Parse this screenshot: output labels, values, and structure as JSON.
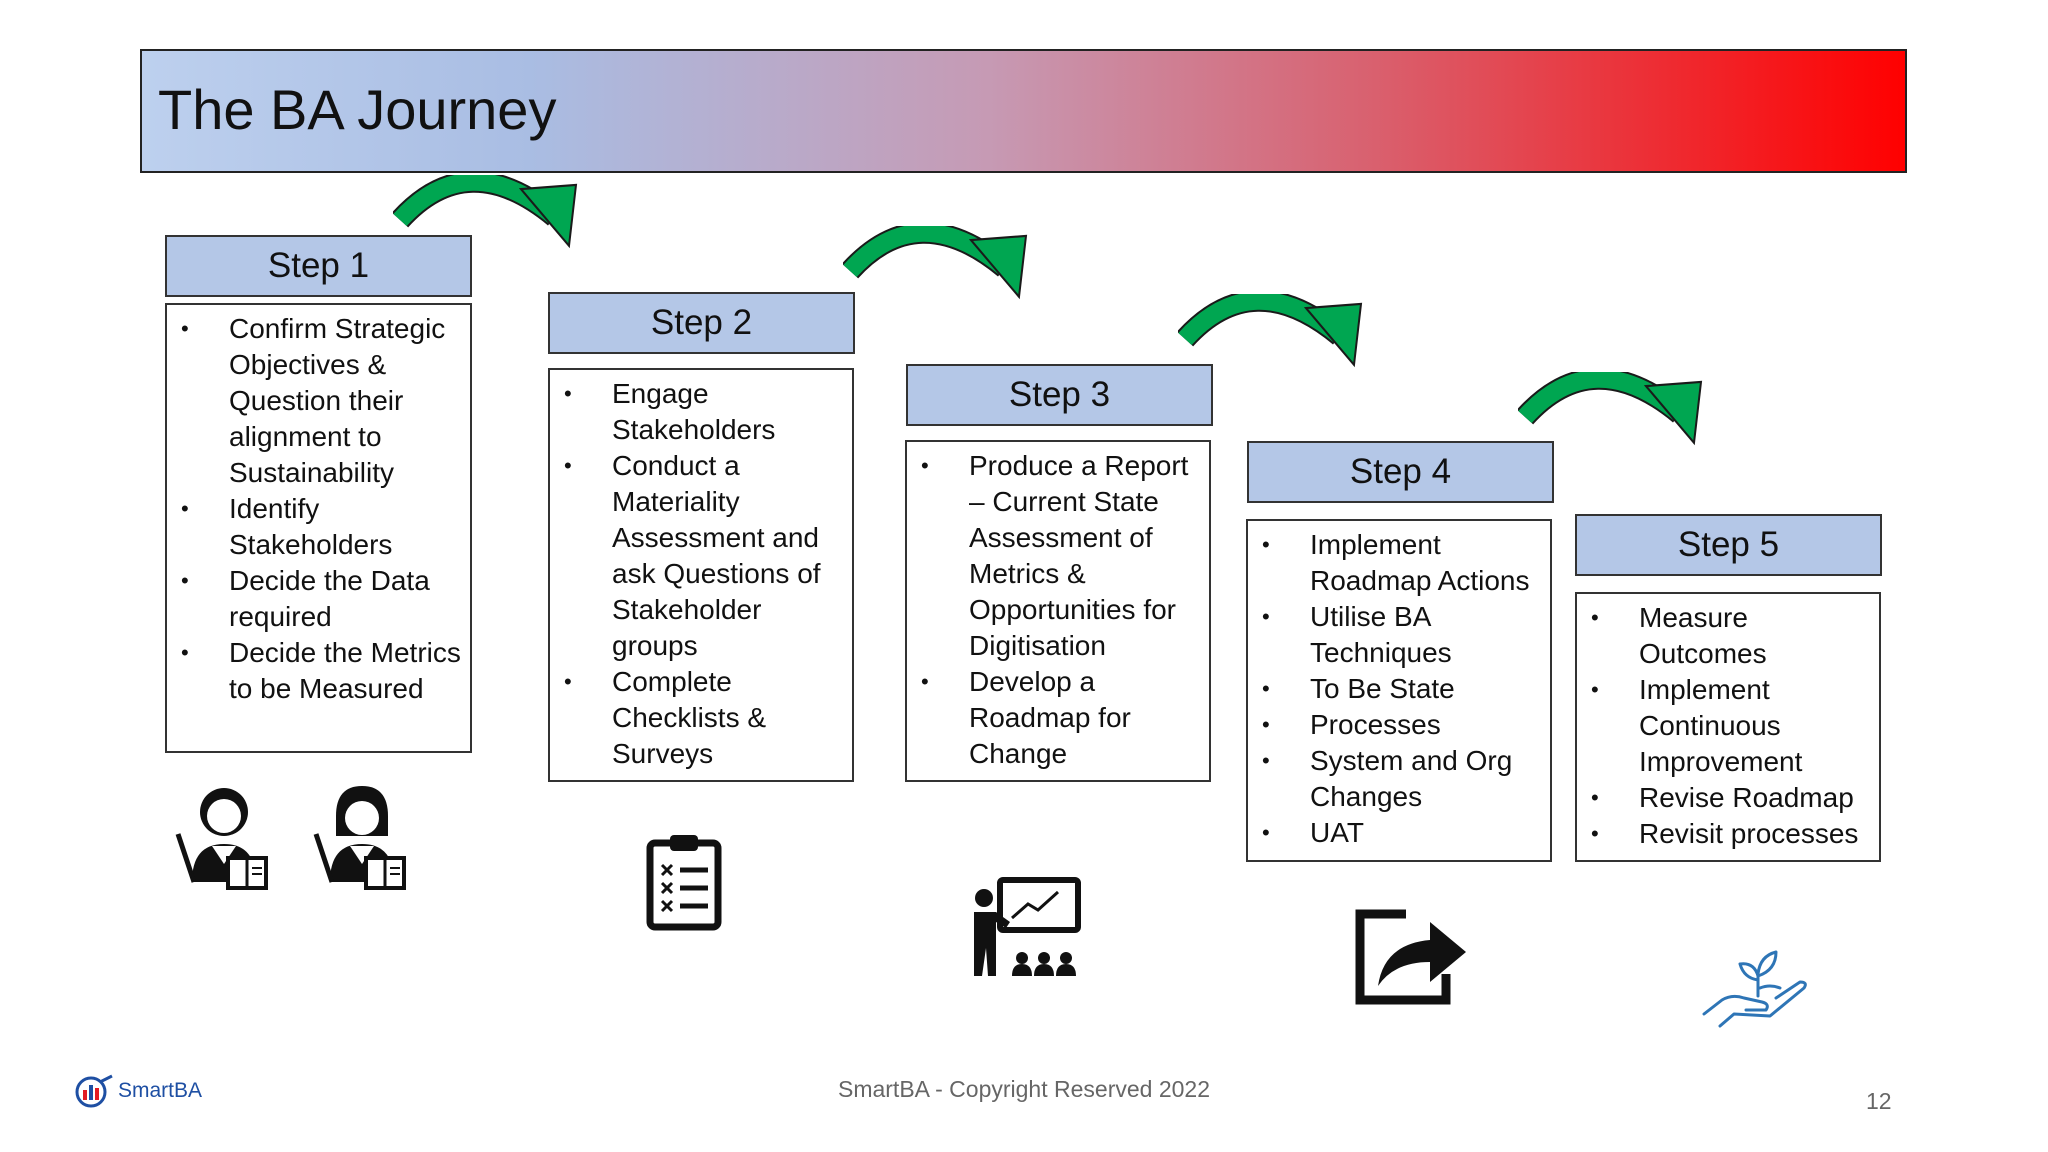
{
  "title": "The BA Journey",
  "steps": [
    {
      "label": "Step 1",
      "items": [
        "Confirm Strategic Objectives & Question their alignment to Sustainability",
        "Identify Stakeholders",
        "Decide the Data required",
        "Decide the Metrics to be Measured"
      ],
      "icon": "teacher-icons"
    },
    {
      "label": "Step 2",
      "items": [
        "Engage Stakeholders",
        "Conduct a Materiality Assessment and ask Questions of Stakeholder groups",
        "Complete Checklists & Surveys"
      ],
      "icon": "clipboard-checklist-icon"
    },
    {
      "label": "Step 3",
      "items": [
        "Produce a Report – Current State Assessment of Metrics & Opportunities for Digitisation",
        "Develop a Roadmap for Change"
      ],
      "icon": "presentation-icon"
    },
    {
      "label": "Step 4",
      "items": [
        "Implement Roadmap Actions",
        "Utilise BA Techniques",
        "To Be State",
        "Processes",
        "System and Org Changes",
        "UAT"
      ],
      "icon": "share-arrow-icon"
    },
    {
      "label": "Step 5",
      "items": [
        "Measure Outcomes",
        "Implement Continuous Improvement",
        "Revise Roadmap",
        "Revisit processes"
      ],
      "icon": "plant-in-hand-icon"
    }
  ],
  "footer": {
    "copyright": "SmartBA - Copyright Reserved 2022",
    "page_number": "12",
    "logo_text": "SmartBA"
  },
  "colors": {
    "step_header": "#b4c7e7",
    "arrow": "#00a651",
    "icon": "#000000",
    "plant_icon": "#2e75b6"
  }
}
